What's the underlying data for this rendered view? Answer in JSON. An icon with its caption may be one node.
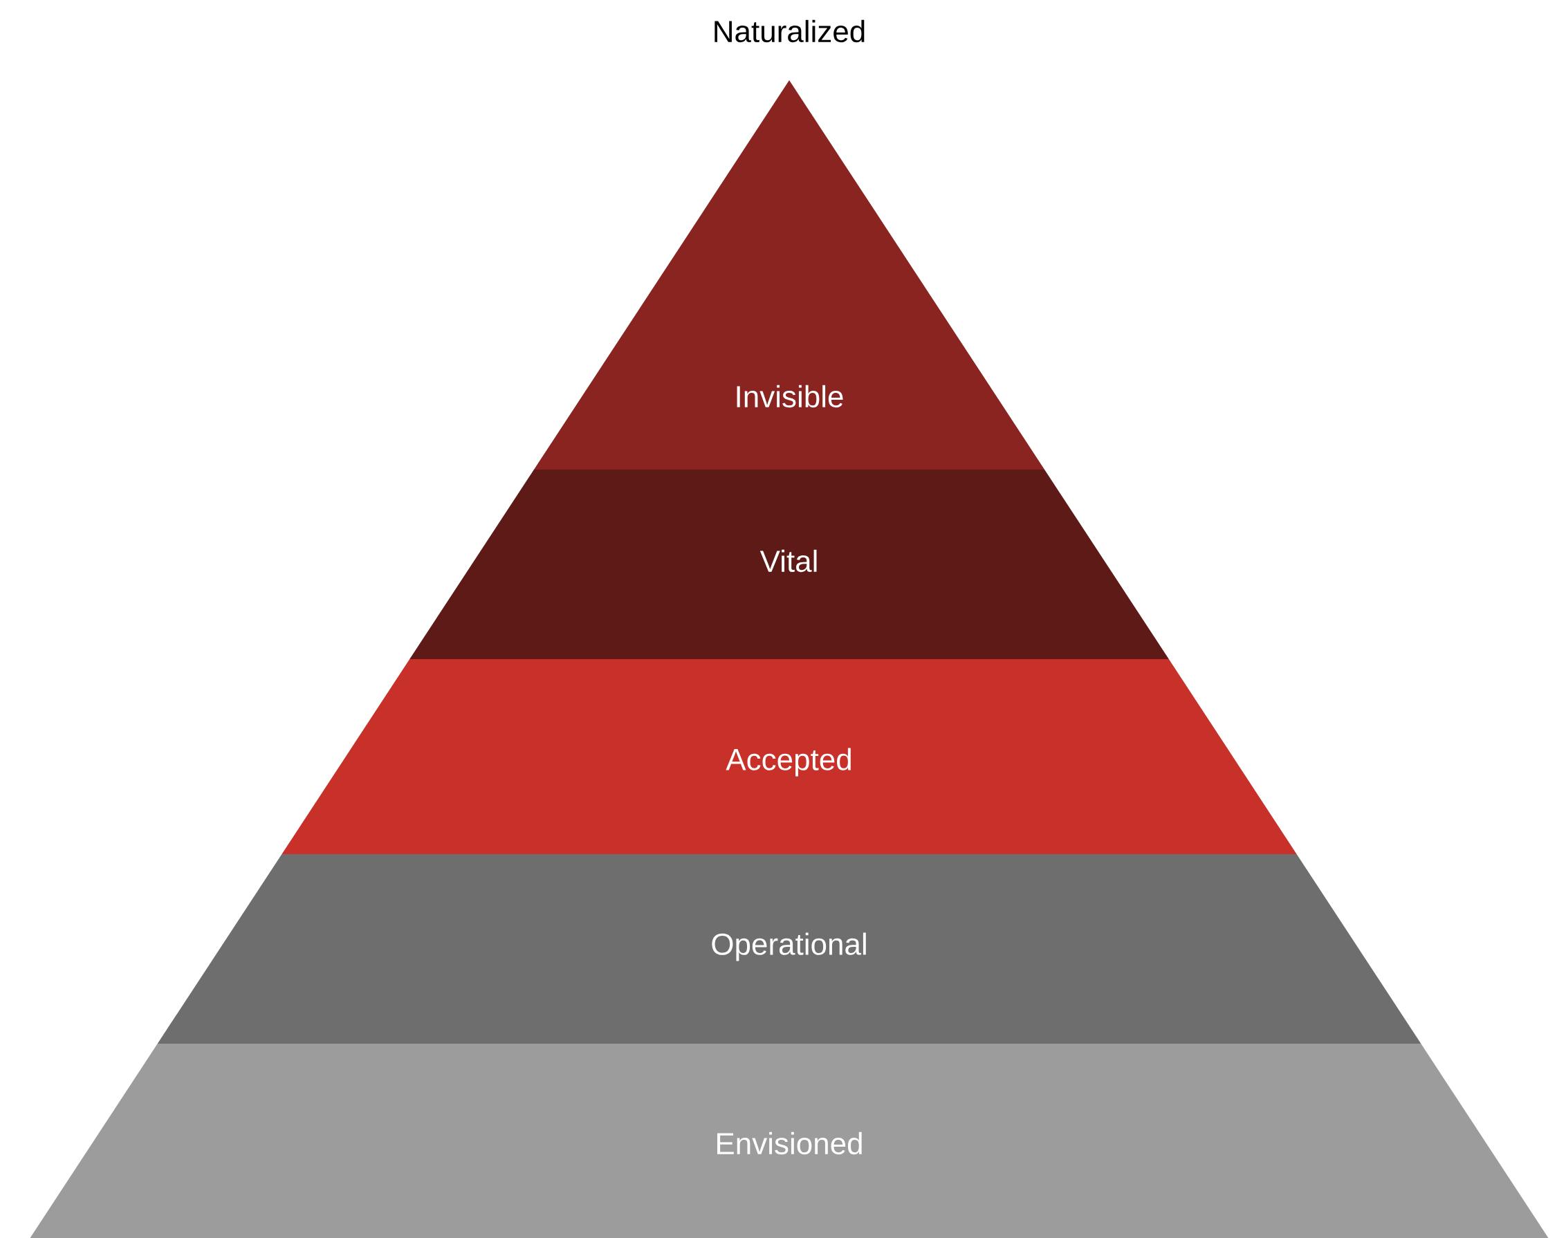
{
  "diagram": {
    "nodes": [
      {
        "text": [
          "Invisible"
        ]
      },
      {
        "text": [
          "Vital"
        ]
      },
      {
        "text": [
          "Accepted"
        ]
      },
      {
        "text": [
          "Operational"
        ]
      },
      {
        "text": [
          "Envisioned"
        ]
      }
    ],
    "labels": [
      "Naturalized"
    ]
  }
}
